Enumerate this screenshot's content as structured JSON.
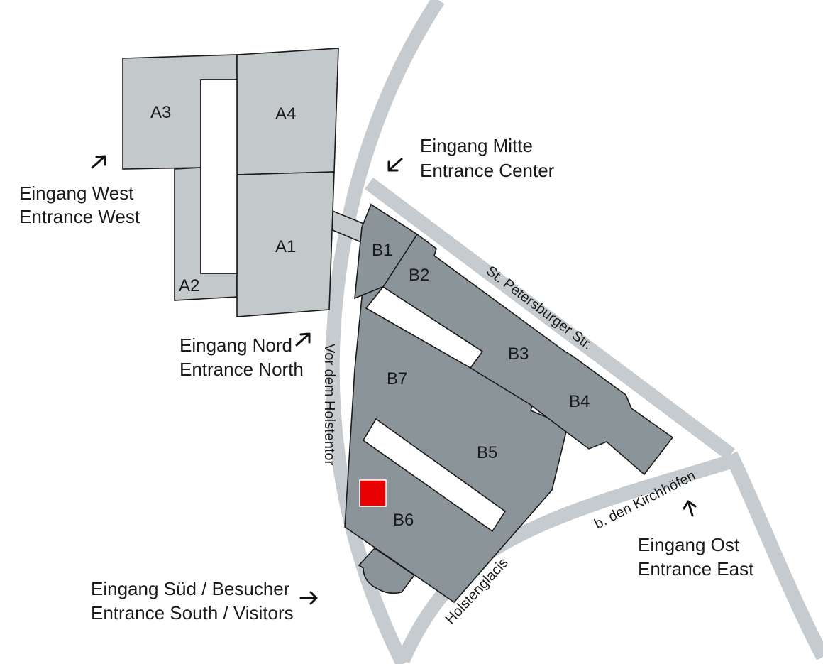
{
  "map": {
    "halls": {
      "a1": "A1",
      "a2": "A2",
      "a3": "A3",
      "a4": "A4",
      "b1": "B1",
      "b2": "B2",
      "b3": "B3",
      "b4": "B4",
      "b5": "B5",
      "b6": "B6",
      "b7": "B7"
    },
    "streets": {
      "vor_dem_holstentor": "Vor dem Holstentor",
      "st_petersburger": "St. Petersburger Str.",
      "kirchhoefen": "b. den Kirchhöfen",
      "holstenglacis": "Holstenglacis"
    },
    "entrances": {
      "west": {
        "de": "Eingang West",
        "en": "Entrance West"
      },
      "mitte": {
        "de": "Eingang Mitte",
        "en": "Entrance Center"
      },
      "nord": {
        "de": "Eingang Nord",
        "en": "Entrance North"
      },
      "ost": {
        "de": "Eingang Ost",
        "en": "Entrance East"
      },
      "sued": {
        "de": "Eingang Süd / Besucher",
        "en": "Entrance South / Visitors"
      }
    },
    "colors": {
      "street": "#c5cbce",
      "hall_a": "#c3c8cb",
      "hall_b": "#8a9499",
      "marker": "#e60000"
    },
    "marker": "red-square-marker"
  }
}
